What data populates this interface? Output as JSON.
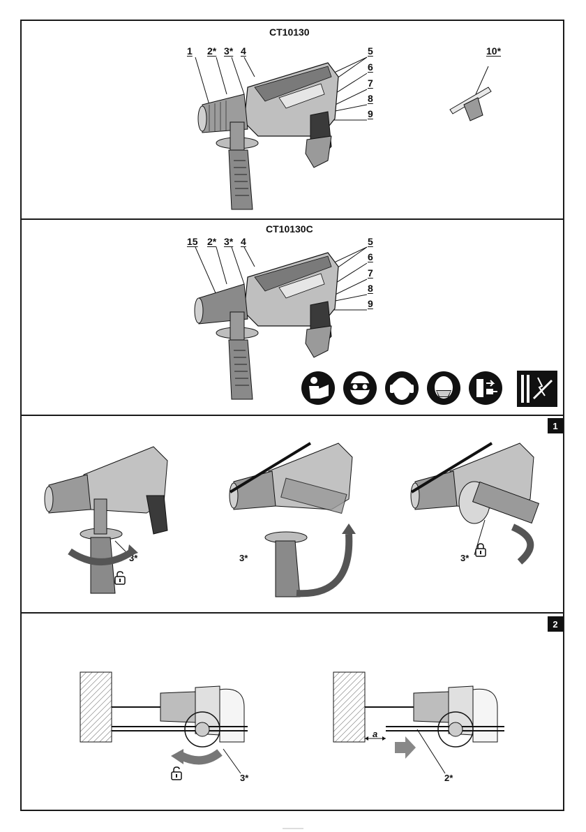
{
  "panels": {
    "p1": {
      "title": "CT10130",
      "callouts": [
        "1",
        "2*",
        "3*",
        "4",
        "5",
        "6",
        "7",
        "8",
        "9",
        "10*"
      ]
    },
    "p2": {
      "title": "CT10130C",
      "callouts": [
        "15",
        "2*",
        "3*",
        "4",
        "5",
        "6",
        "7",
        "8",
        "9"
      ],
      "safety_icons": [
        "read-manual-icon",
        "safety-goggles-icon",
        "ear-protection-icon",
        "dust-mask-icon",
        "unplug-icon",
        "hidden-wiring-warning-icon"
      ]
    },
    "p3": {
      "fig": "1",
      "labels": [
        "3*",
        "3*",
        "3*"
      ]
    },
    "p4": {
      "fig": "2",
      "labels": [
        "3*",
        "a",
        "2*"
      ]
    }
  }
}
